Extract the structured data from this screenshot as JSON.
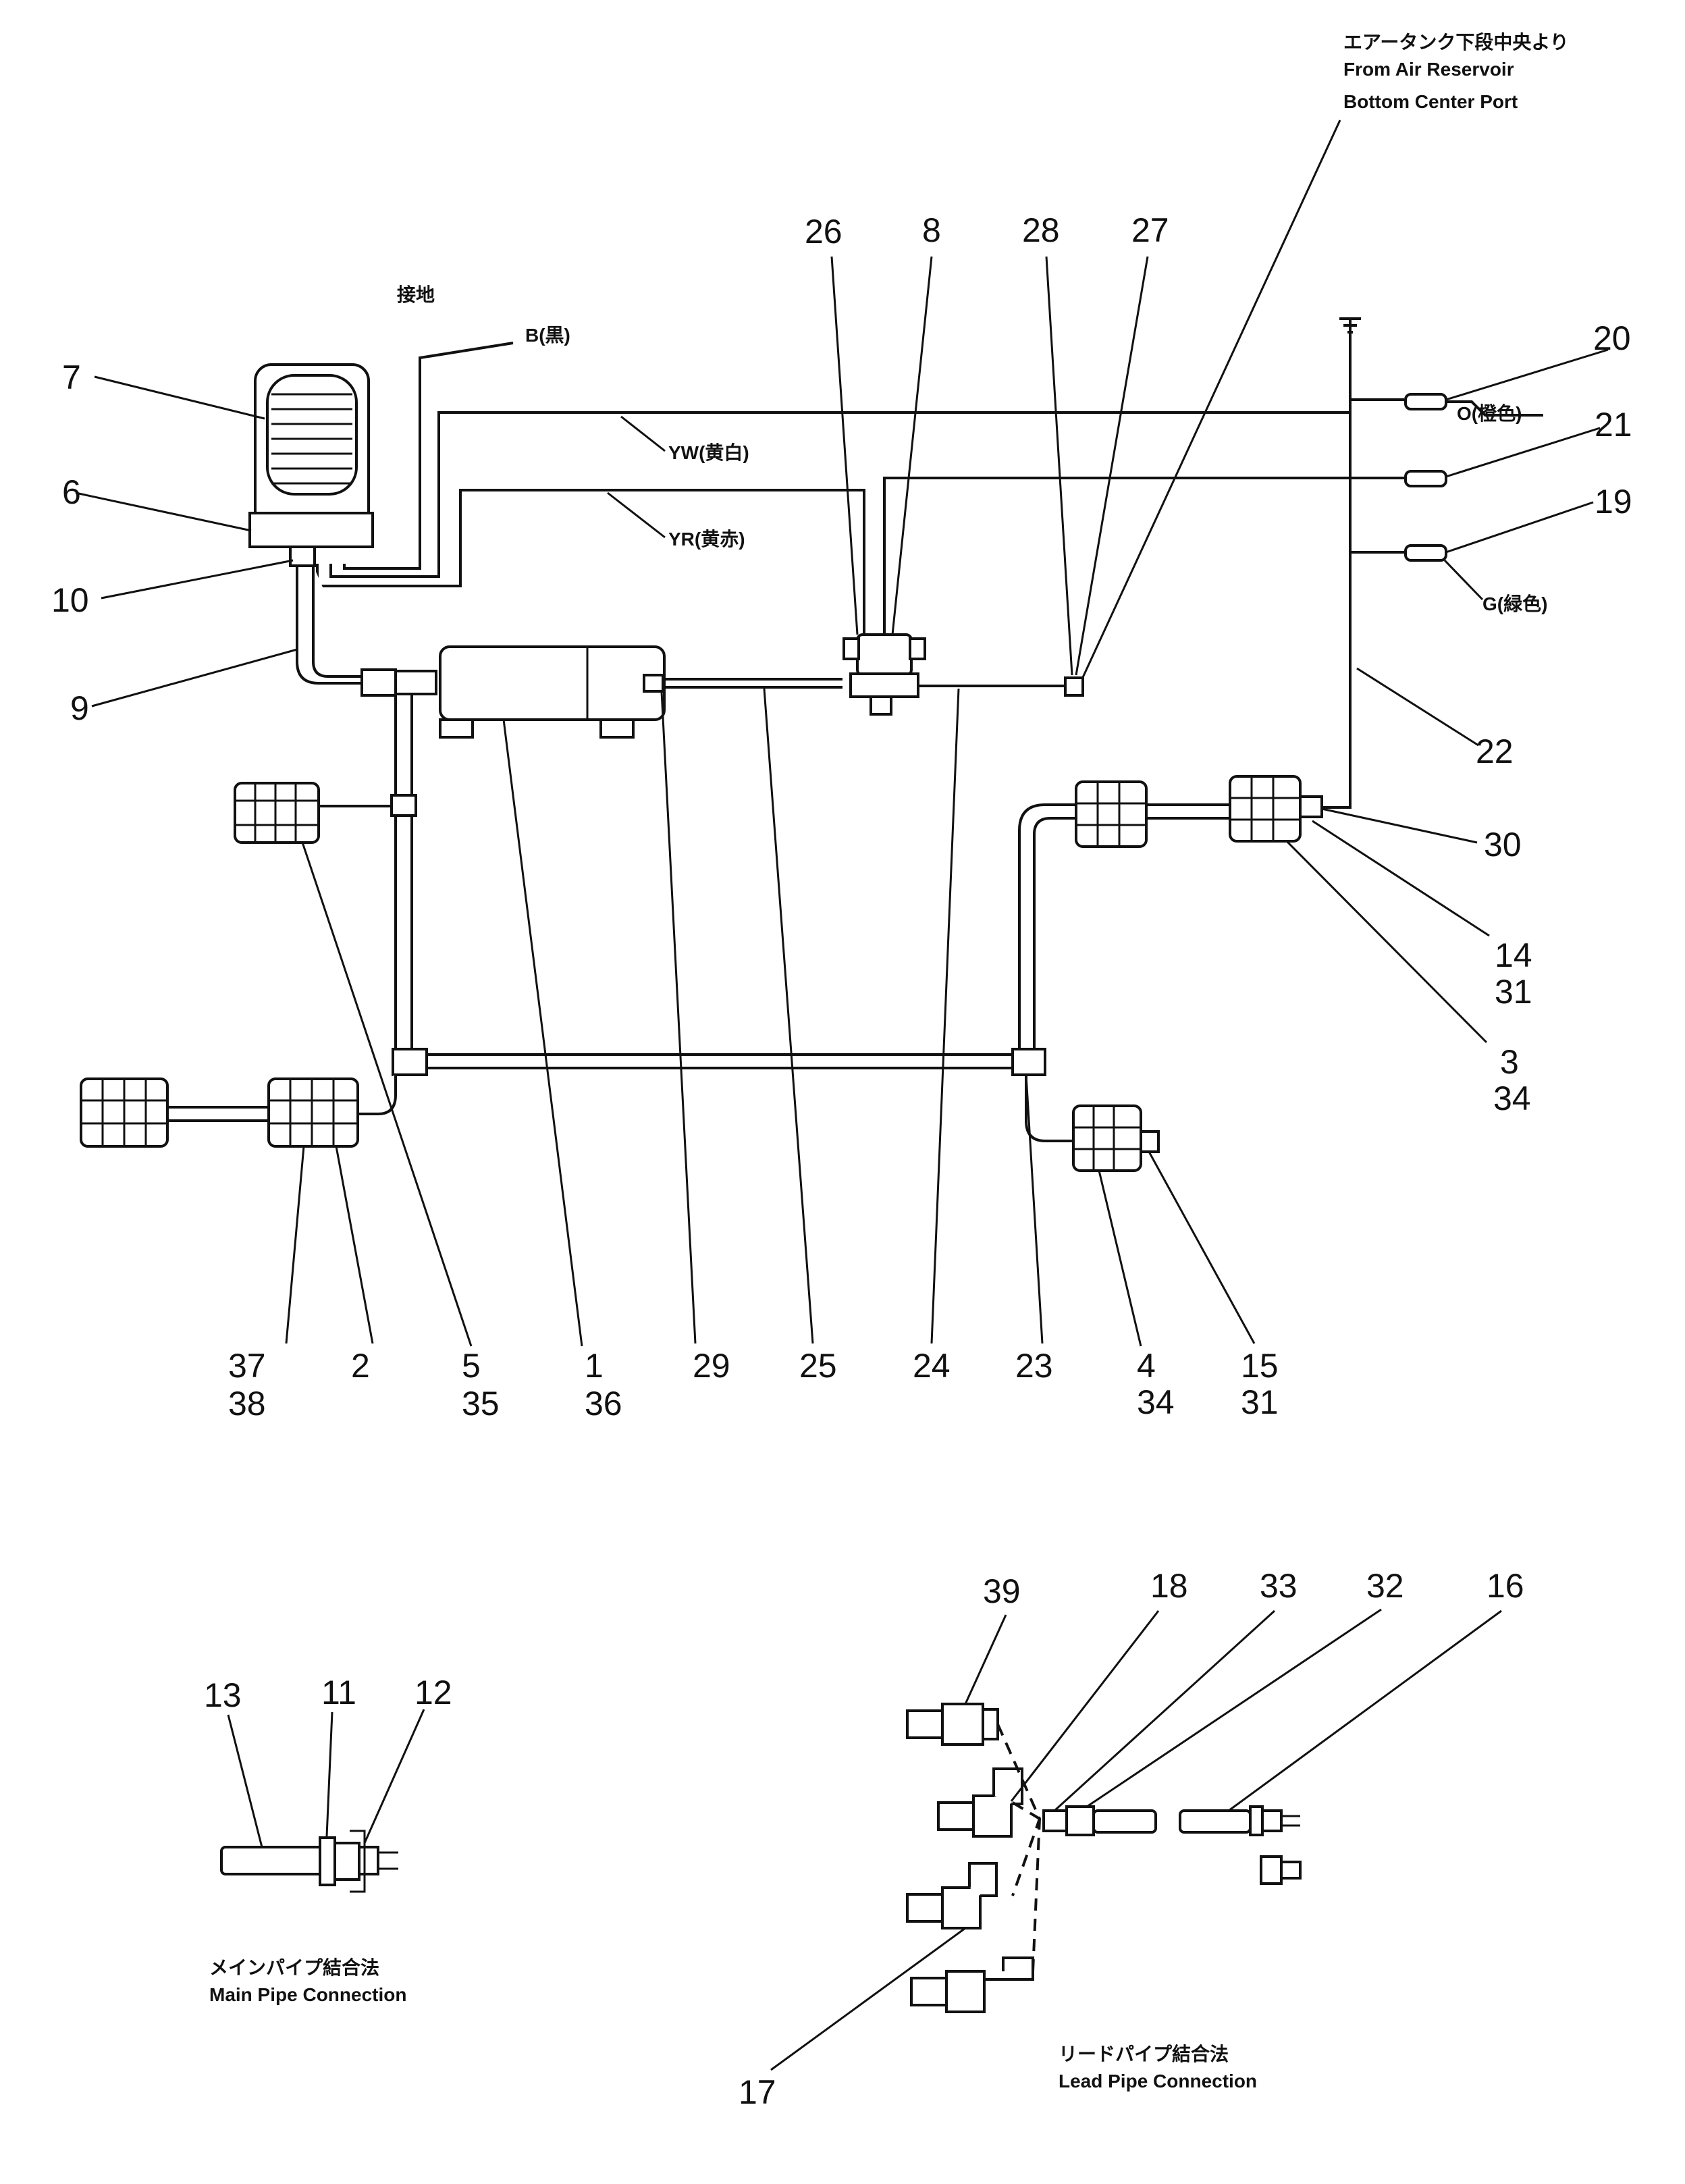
{
  "header_note": {
    "jp": "エアータンク下段中央より",
    "en1": "From Air Reservoir",
    "en2": "Bottom Center Port"
  },
  "wires": {
    "b": "B(黒)",
    "yw": "YW(黄白)",
    "yr": "YR(黄赤)",
    "o": "O(橙色)",
    "g": "G(緑色)",
    "ground": "接地"
  },
  "callouts": {
    "n1": "1",
    "n2": "2",
    "n3": "3",
    "n4": "4",
    "n5": "5",
    "n6": "6",
    "n7": "7",
    "n8": "8",
    "n9": "9",
    "n10": "10",
    "n11": "11",
    "n12": "12",
    "n13": "13",
    "n14": "14",
    "n15": "15",
    "n16": "16",
    "n17": "17",
    "n18": "18",
    "n19": "19",
    "n20": "20",
    "n21": "21",
    "n22": "22",
    "n23": "23",
    "n24": "24",
    "n25": "25",
    "n26": "26",
    "n27": "27",
    "n28": "28",
    "n29": "29",
    "n30": "30",
    "n31": "31",
    "n34": "34",
    "n35": "35",
    "n36": "36",
    "n37": "37",
    "n38": "38",
    "n32": "32",
    "n33": "33",
    "n39": "39"
  },
  "captions": {
    "main_jp": "メインパイプ結合法",
    "main_en": "Main Pipe Connection",
    "lead_jp": "リードパイプ結合法",
    "lead_en": "Lead Pipe Connection"
  }
}
